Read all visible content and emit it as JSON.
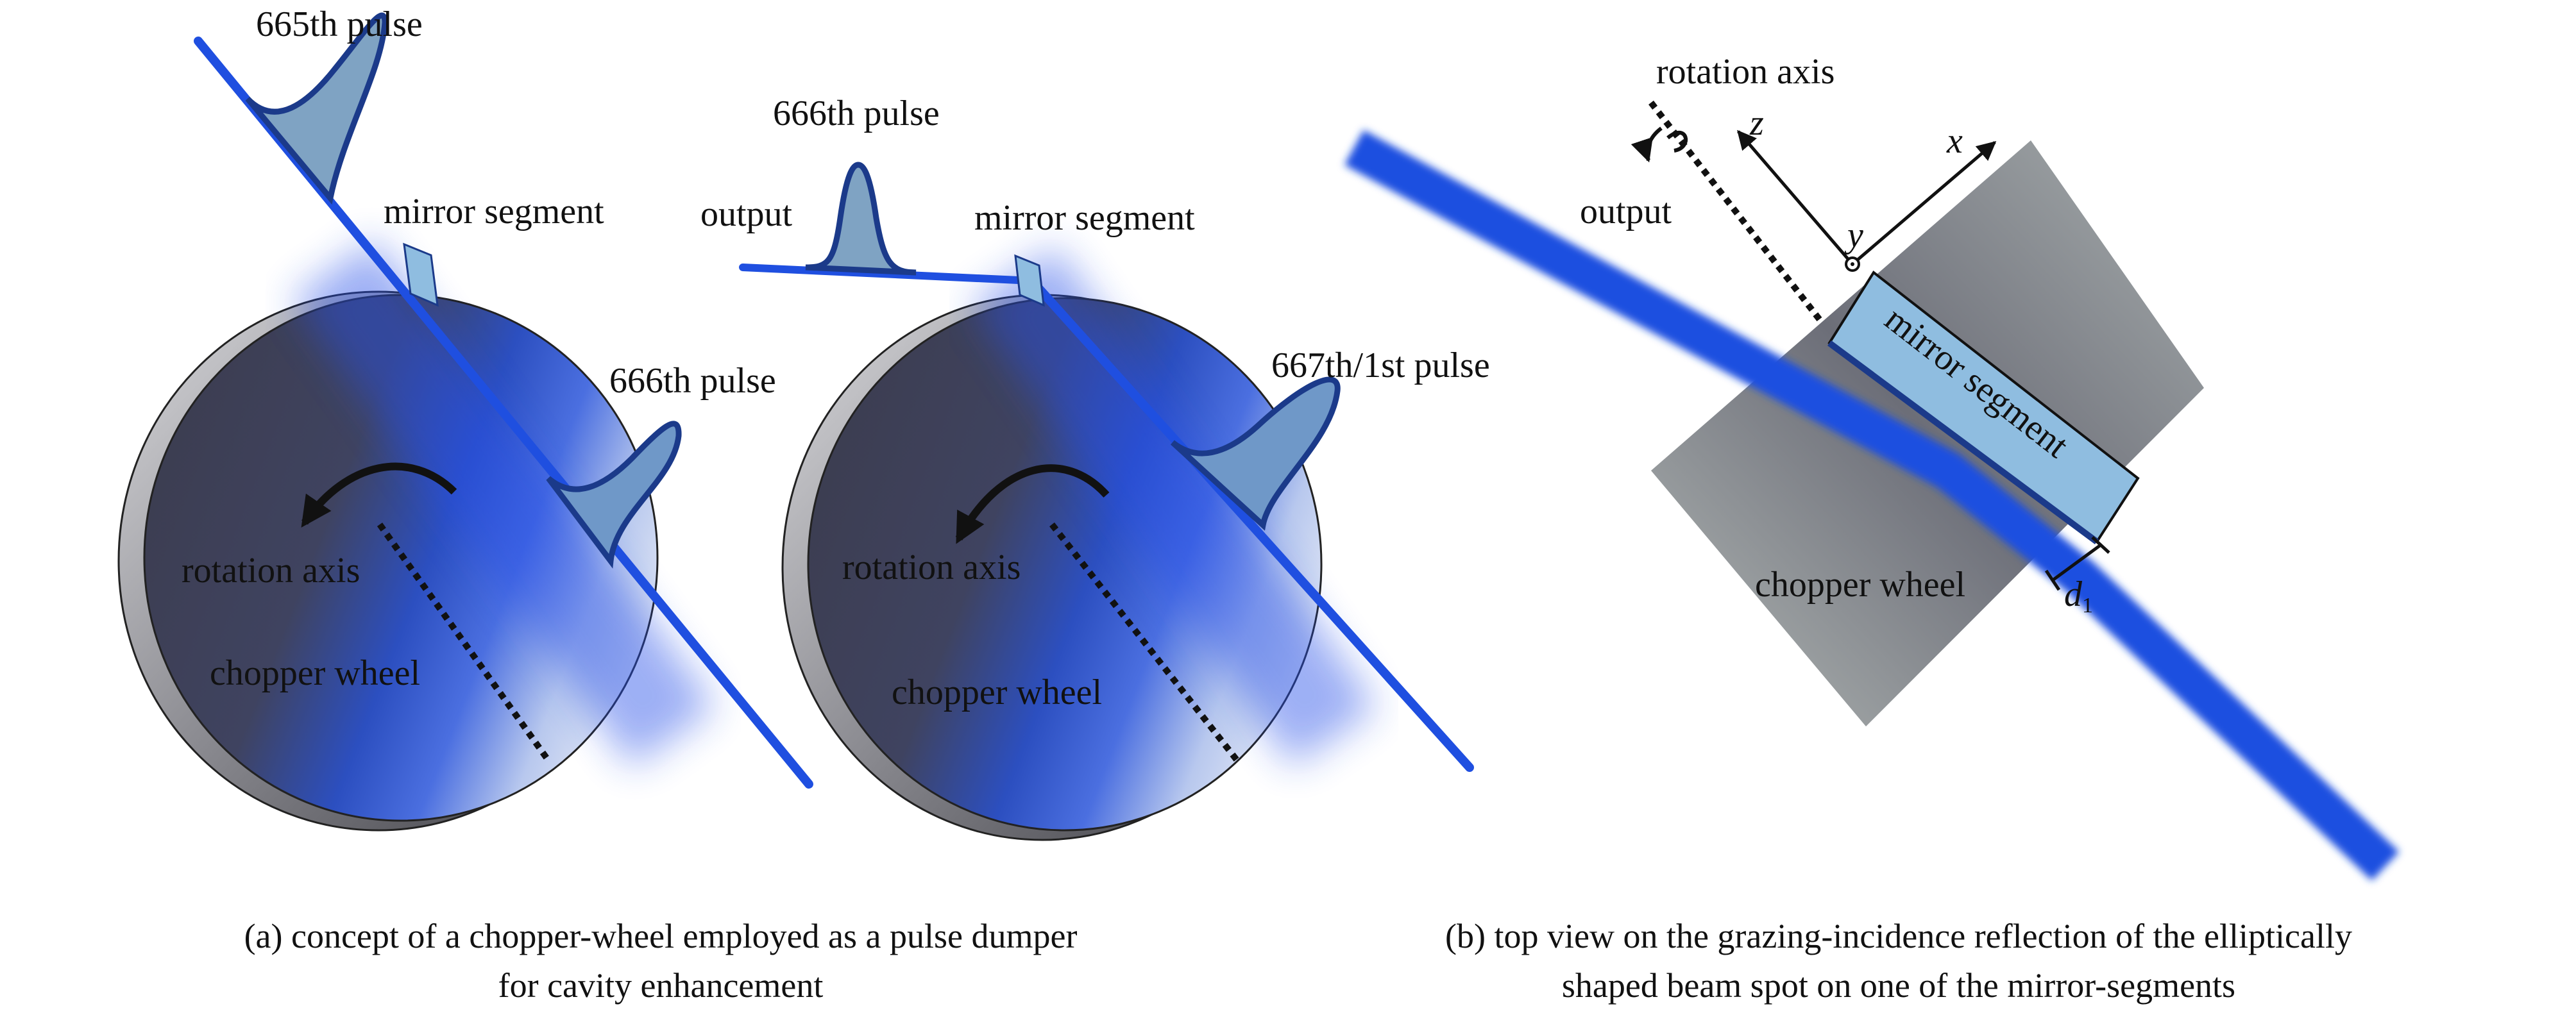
{
  "panel_a": {
    "left": {
      "pulse_in": "665th pulse",
      "mirror": "mirror segment",
      "pulse_out": "666th pulse",
      "axis": "rotation axis",
      "wheel": "chopper wheel"
    },
    "right": {
      "pulse_top": "666th pulse",
      "output": "output",
      "mirror": "mirror segment",
      "pulse_next": "667th/1st pulse",
      "axis": "rotation axis",
      "wheel": "chopper wheel"
    },
    "caption": [
      "(a) concept of a chopper-wheel employed as a pulse dumper",
      "for cavity enhancement"
    ]
  },
  "panel_b": {
    "axis": "rotation axis",
    "output": "output",
    "z": "z",
    "x": "x",
    "y": "y",
    "mirror": "mirror segment",
    "wheel": "chopper wheel",
    "d": "d",
    "d_sub": "1",
    "caption": [
      "(b) top view on the grazing-incidence reflection of the elliptically",
      "shaped beam spot on one of the mirror-segments"
    ]
  },
  "colors": {
    "beam": "#1f4fe0",
    "pulse_fill": "#7fa3c3",
    "pulse_stroke": "#1b3a8a",
    "mirror": "#8fbde0"
  }
}
